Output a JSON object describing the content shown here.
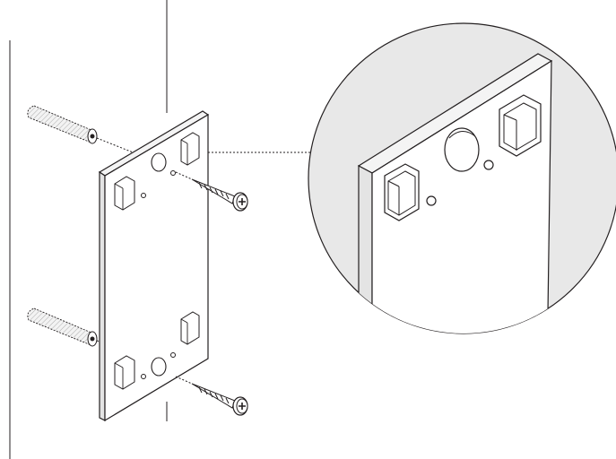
{
  "figure": {
    "kind": "installation-illustration",
    "parts": [
      "wall",
      "mounting-plate",
      "wall-anchor",
      "screw",
      "magnifier-detail"
    ],
    "colors": {
      "stroke": "#231f20",
      "plate_face": "#ffffff",
      "plate_edge": "#e9e9e9",
      "magnifier_fill": "#e8e8e8",
      "anchor_fill": "#f3f3f3"
    },
    "texts": []
  }
}
